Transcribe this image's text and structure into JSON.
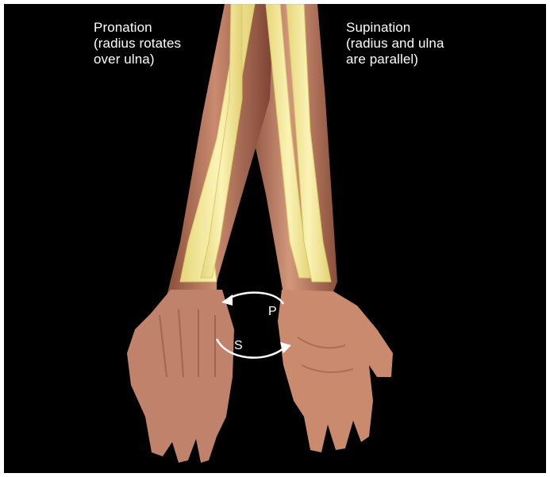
{
  "labels": {
    "pronation": "Pronation\n(radius rotates\nover ulna)",
    "supination": "Supination\n(radius and ulna\nare parallel)"
  },
  "arrows": {
    "pronation_letter": "P",
    "supination_letter": "S"
  },
  "colors": {
    "background": "#000000",
    "border": "#ffffff",
    "skin": "#c98a6e",
    "skin_shadow": "#8e5440",
    "bone": "#f2e79a",
    "bone_outline": "#d9c867",
    "text": "#ffffff"
  }
}
